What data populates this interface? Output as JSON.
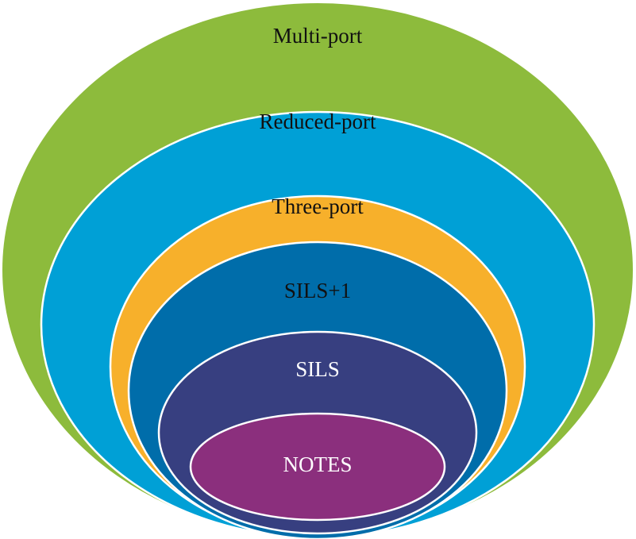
{
  "diagram": {
    "layers": [
      {
        "label": "Multi-port",
        "color": "#8dbb3c",
        "text_color": "#111111"
      },
      {
        "label": "Reduced-port",
        "color": "#00a0d6",
        "text_color": "#111111"
      },
      {
        "label": "Three-port",
        "color": "#f7b02b",
        "text_color": "#111111"
      },
      {
        "label": "SILS+1",
        "color": "#006daa",
        "text_color": "#111111"
      },
      {
        "label": "SILS",
        "color": "#373f80",
        "text_color": "#ffffff"
      },
      {
        "label": "NOTES",
        "color": "#8b2f7d",
        "text_color": "#ffffff"
      }
    ],
    "outline_color": "#ffffff"
  }
}
